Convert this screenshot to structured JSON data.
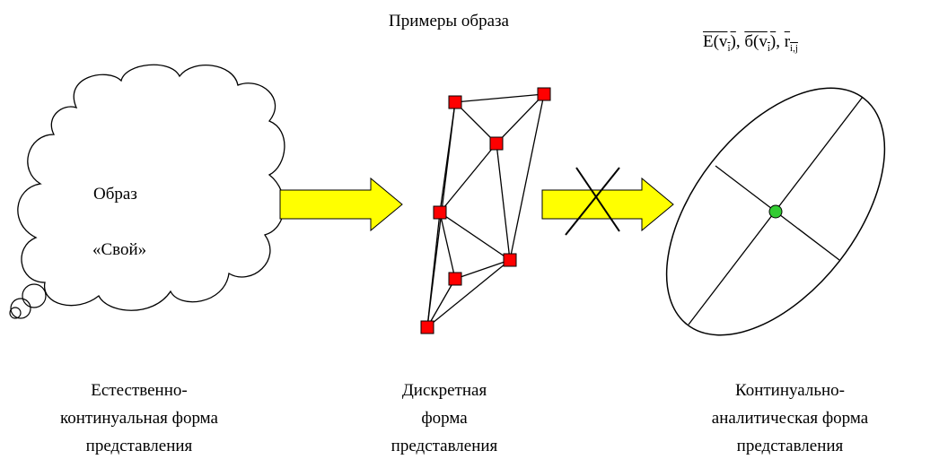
{
  "title": "Примеры образа",
  "formula": {
    "e_label": "E(v",
    "e_sub": "i",
    "s_label": "б(v",
    "s_sub": "i",
    "r_label": "r",
    "r_sub": "i,j",
    "close_paren": ")",
    "sep": ","
  },
  "cloud": {
    "line1": "Образ",
    "line2": "«Свой»"
  },
  "captions": {
    "left": [
      "Естественно-",
      "континуальная форма",
      "представления"
    ],
    "middle": [
      "Дискретная",
      "форма",
      "представления"
    ],
    "right": [
      "Континуально-",
      "аналитическая форма",
      "представления"
    ]
  },
  "colors": {
    "arrow_fill": "#ffff00",
    "node_fill": "#ff0000",
    "center_fill": "#33cc33"
  }
}
